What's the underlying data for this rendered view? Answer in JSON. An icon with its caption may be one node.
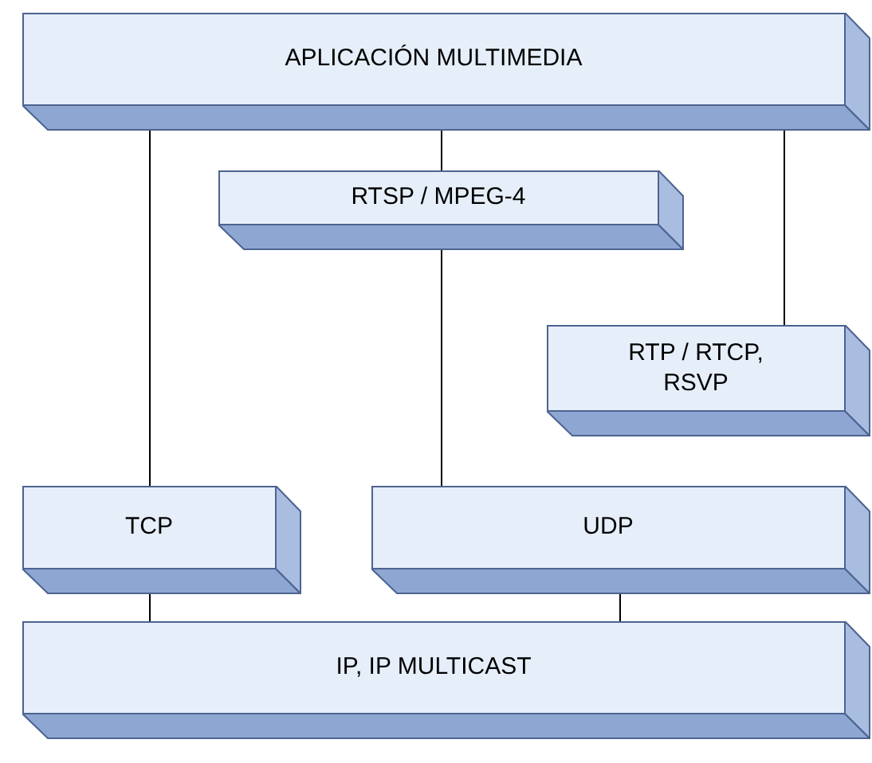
{
  "diagram": {
    "nodes": [
      {
        "text": [
          "APLICACIÓN MULTIMEDIA"
        ]
      },
      {
        "text": [
          "RTSP / MPEG-4"
        ]
      },
      {
        "text": [
          "RTP / RTCP, RSVP"
        ]
      },
      {
        "text": [
          "TCP"
        ]
      },
      {
        "text": [
          "UDP"
        ]
      },
      {
        "text": [
          "IP, IP MULTICAST"
        ]
      }
    ],
    "edges": [
      {
        "from": 0,
        "to": 3,
        "arrow": "none"
      },
      {
        "from": 0,
        "to": 1,
        "arrow": "none"
      },
      {
        "from": 1,
        "to": 4,
        "arrow": "none"
      },
      {
        "from": 0,
        "to": 2,
        "arrow": "none"
      },
      {
        "from": 3,
        "to": 5,
        "arrow": "none"
      },
      {
        "from": 4,
        "to": 5,
        "arrow": "none"
      }
    ]
  }
}
